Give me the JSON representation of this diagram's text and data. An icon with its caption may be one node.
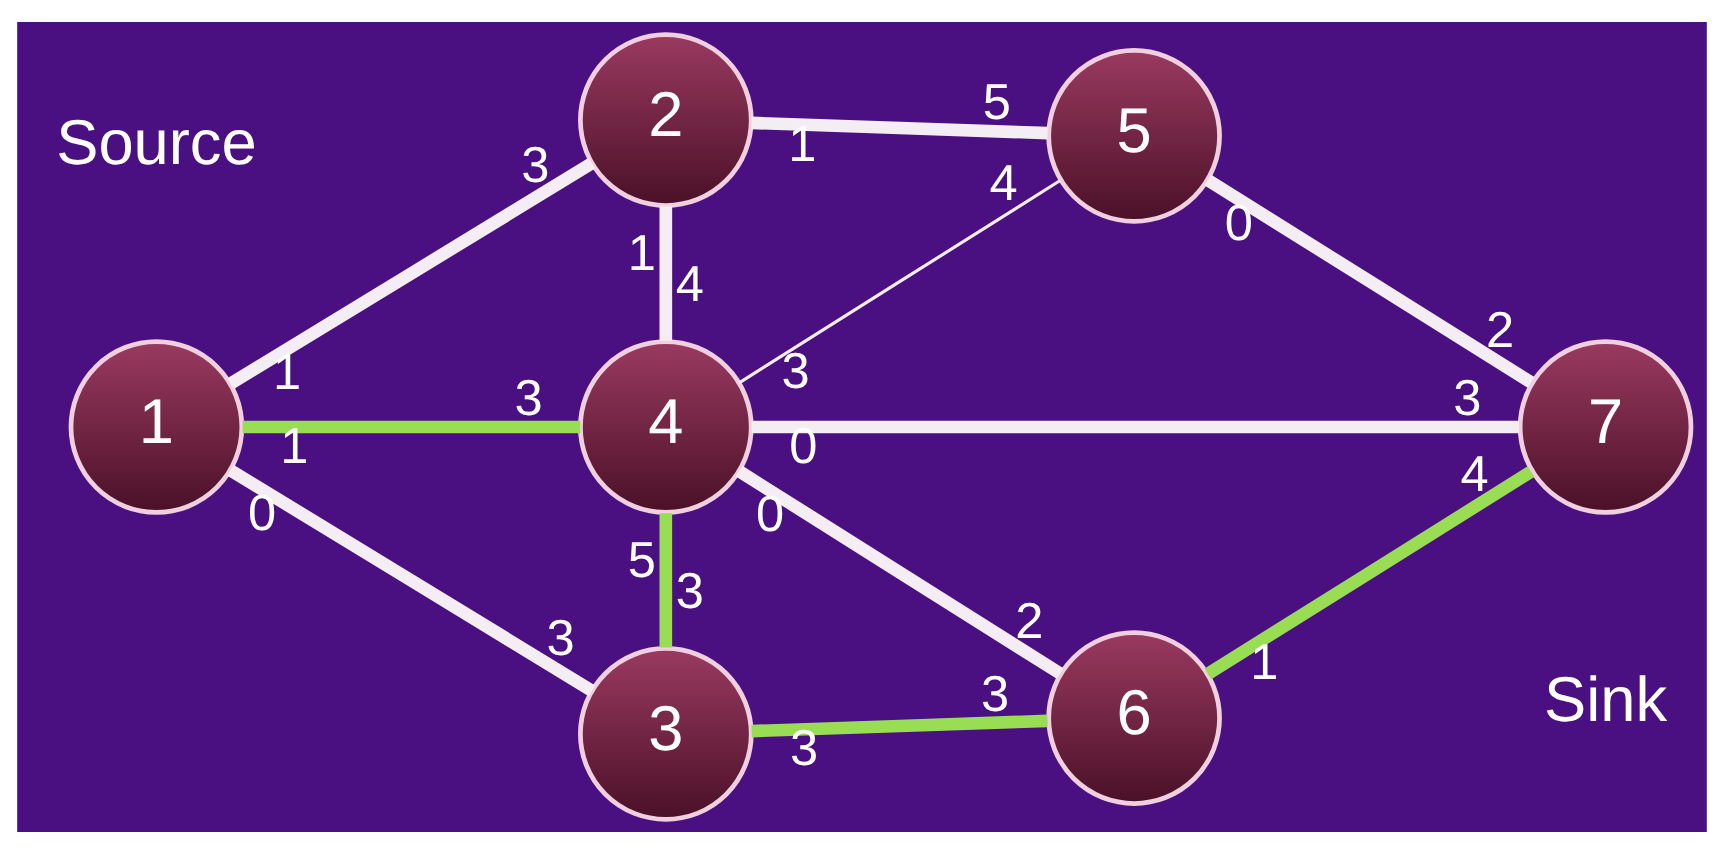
{
  "diagram": {
    "nodes": [
      {
        "text": [
          "1"
        ],
        "beside": [
          "Source"
        ]
      },
      {
        "text": [
          "2"
        ]
      },
      {
        "text": [
          "3"
        ]
      },
      {
        "text": [
          "4"
        ]
      },
      {
        "text": [
          "5"
        ]
      },
      {
        "text": [
          "6"
        ]
      },
      {
        "text": [
          "7"
        ],
        "beside": [
          "Sink"
        ]
      }
    ],
    "edges": [
      {
        "from": 0,
        "to": 1,
        "arrow": "none"
      },
      {
        "from": 0,
        "to": 3,
        "arrow": "none",
        "color": "#99dd55"
      },
      {
        "from": 0,
        "to": 2,
        "arrow": "none"
      },
      {
        "from": 1,
        "to": 4,
        "arrow": "none"
      },
      {
        "from": 1,
        "to": 3,
        "arrow": "none"
      },
      {
        "from": 3,
        "to": 4,
        "arrow": "none"
      },
      {
        "from": 4,
        "to": 6,
        "arrow": "none"
      },
      {
        "from": 3,
        "to": 6,
        "arrow": "none"
      },
      {
        "from": 3,
        "to": 2,
        "arrow": "none",
        "color": "#99dd55"
      },
      {
        "from": 3,
        "to": 5,
        "arrow": "none"
      },
      {
        "from": 2,
        "to": 5,
        "arrow": "none",
        "color": "#99dd55"
      },
      {
        "from": 5,
        "to": 6,
        "arrow": "none",
        "color": "#99dd55"
      }
    ],
    "labels": [
      "1",
      "5",
      "3",
      "1",
      "4",
      "0",
      "1",
      "4",
      "3",
      "2",
      "1",
      "3",
      "0",
      "3",
      "0",
      "5",
      "0",
      "4",
      "3",
      "2",
      "3",
      "1",
      "3",
      "3"
    ]
  }
}
